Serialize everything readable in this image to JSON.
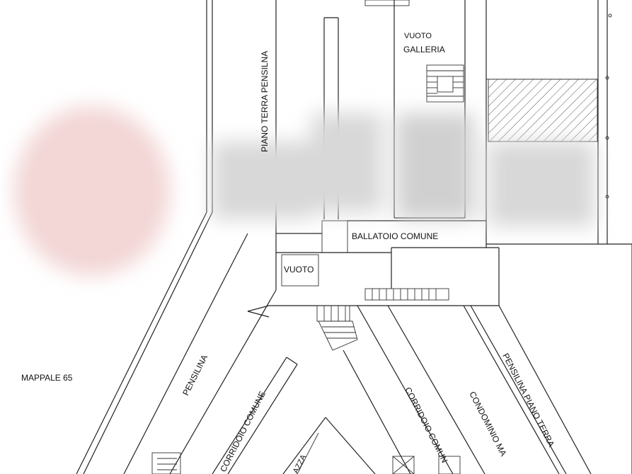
{
  "labels": {
    "piano_terra_pensilina": "PIANO TERRA PENSILNA",
    "vuoto_top": "VUOTO",
    "galleria": "GALLERIA",
    "ballatoio": "BALLATOIO COMUNE",
    "vuoto_small": "VUOTO",
    "mappale": "MAPPALE 65",
    "pensilina": "PENSILINA",
    "corridoio_left": "CORRIDOIO COMUNE",
    "corridoio_right": "CORRIDOIO COMUN",
    "condominio": "CONDOMINIO MA",
    "pensilina_piano_terra": "PENSILINA PIANO TERRA",
    "piazza": "AZZA"
  },
  "colors": {
    "line": "#222222",
    "hatch": "#555555",
    "blur_gray": "#d8d8d8",
    "blur_pink": "#f3d6d6"
  }
}
